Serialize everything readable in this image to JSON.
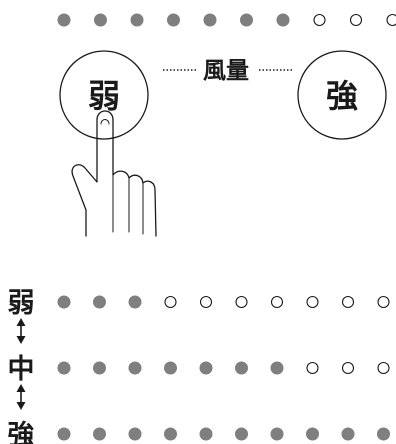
{
  "top_indicator": {
    "total": 10,
    "lit": 7
  },
  "buttons": {
    "weak_label": "弱",
    "strong_label": "強"
  },
  "center_label": "風量",
  "levels": [
    {
      "label": "弱",
      "total": 10,
      "lit": 3
    },
    {
      "label": "中",
      "total": 10,
      "lit": 7
    },
    {
      "label": "強",
      "total": 10,
      "lit": 10
    }
  ],
  "colors": {
    "lit": "#7f7f7f",
    "unlit": "#ffffff",
    "stroke": "#1a1a1a"
  },
  "icons": {
    "arrow": "up-down-arrow-icon",
    "hand": "pointing-hand-icon"
  }
}
